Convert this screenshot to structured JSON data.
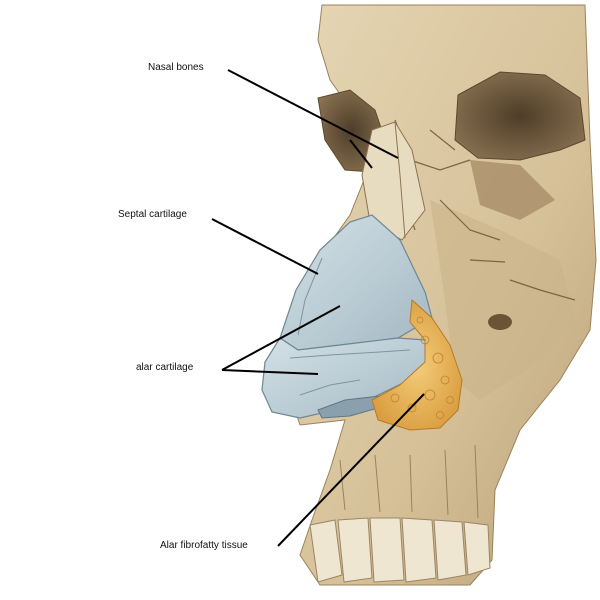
{
  "labels": {
    "nasal_bones": "Nasal bones",
    "septal_cartilage": "Septal cartilage",
    "alar_cartilage": "alar cartilage",
    "alar_fibrofatty_tissue": "Alar fibrofatty tissue"
  },
  "colors": {
    "bone": "#dcc9a3",
    "bone_shadow": "#a98e63",
    "orbit_dark": "#5e4c34",
    "cartilage": "#bfd0d8",
    "cartilage_edge": "#7f95a1",
    "fat": "#e8b45a",
    "leader_line": "#000000"
  }
}
